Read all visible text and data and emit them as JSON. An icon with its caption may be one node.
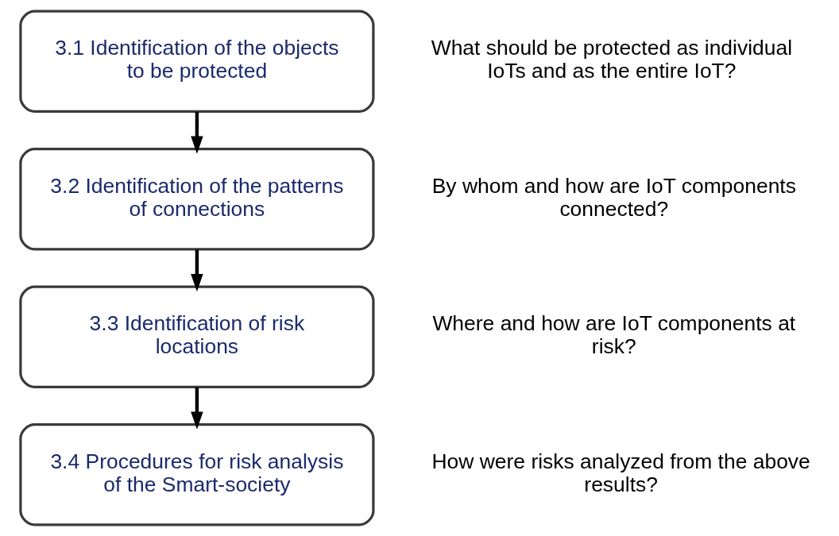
{
  "diagram": {
    "nodes": [
      {
        "text": [
          "3.1 Identification of the objects to be protected"
        ],
        "beside": [
          "What should be protected as individual IoTs and as the entire IoT?"
        ]
      },
      {
        "text": [
          "3.2 Identification of the patterns of connections"
        ],
        "beside": [
          "By whom and how are IoT components connected?"
        ]
      },
      {
        "text": [
          "3.3 Identification of risk locations"
        ],
        "beside": [
          "Where and how are IoT components at risk?"
        ]
      },
      {
        "text": [
          "3.4 Procedures for risk analysis of the Smart-society"
        ],
        "beside": [
          "How were risks analyzed from the above results?"
        ]
      }
    ],
    "edges": [
      {
        "from": 0,
        "to": 1,
        "arrow": "to"
      },
      {
        "from": 1,
        "to": 2,
        "arrow": "to"
      },
      {
        "from": 2,
        "to": 3,
        "arrow": "to"
      }
    ]
  }
}
